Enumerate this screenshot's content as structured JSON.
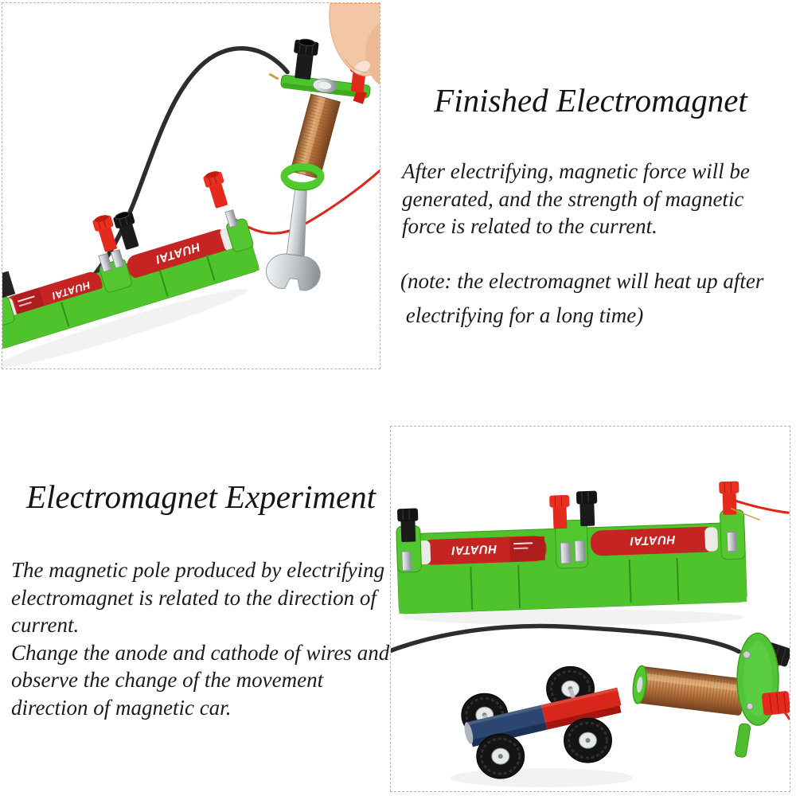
{
  "meta": {
    "kind": "science-kit product infographic",
    "background": "#ffffff"
  },
  "sections": {
    "finished": {
      "title": "Finished Electromagnet",
      "body": "After electrifying, magnetic force will be\ngenerated, and the strength of magnetic\nforce is related to the current.",
      "note": "(note: the electromagnet will heat up after\n electrifying for a long time)"
    },
    "experiment": {
      "title": "Electromagnet Experiment",
      "body": "The magnetic pole produced by electrifying\nelectromagnet is related to the direction of\ncurrent.\nChange the anode and cathode of wires and\nobserve the change of the movement\ndirection of magnetic car."
    }
  },
  "photos": {
    "finished": {
      "battery_brand": "HUATAI"
    },
    "experiment": {
      "battery_brand": "HUATAI"
    }
  },
  "colors": {
    "text": "#1b1b1b",
    "frame_border": "#b5b5b5",
    "plastic_green": "#4ec32c",
    "plastic_green_light": "#53c72f",
    "battery_red": "#c62323",
    "post_red": "#e42a1d",
    "post_black": "#1b1b1b",
    "copper": "#b5713d",
    "wire_black": "#2d2d2d",
    "wire_red": "#e0251c",
    "magnet_blue": "#2c4672",
    "magnet_red": "#d8261b",
    "metal": "#c9ccce",
    "skin": "#f3c7a6"
  }
}
